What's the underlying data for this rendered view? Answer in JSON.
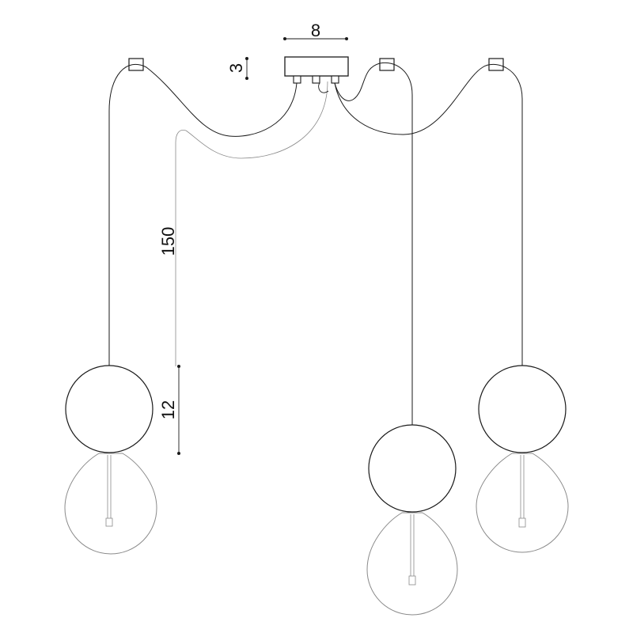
{
  "dimensions": {
    "canopy_width": "8",
    "canopy_height": "3",
    "cable_length": "150",
    "shade_diameter": "12"
  },
  "colors": {
    "line": "#1a1a1a",
    "faint_line": "#8a8a8a",
    "background": "#ffffff"
  }
}
